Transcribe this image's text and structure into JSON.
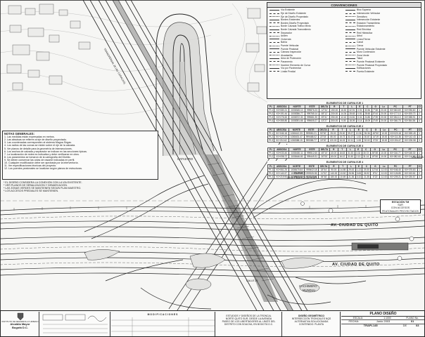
{
  "legend": {
    "title": "CONVENCIONES",
    "left_items": [
      "Vía Existente",
      "Eje de Diseño Existente",
      "Eje de Diseño Proyectado",
      "Bordes Existentes",
      "Bordes Diseño Proyectado",
      "Borde Calzada Tráfico Mixto",
      "Borde Calzada Transmilenio",
      "Separador",
      "Andén",
      "Ciclorruta",
      "Bahía",
      "Puente Vehicular",
      "Puente Peatonal",
      "Cámara Inspección",
      "Alcantarilla",
      "Área de Protección",
      "Paramento",
      "Nombre Elemento de Curva",
      "Vía por Pavimentar",
      "Límite Predial"
    ],
    "right_items": [
      "Bloc Superior",
      "Intersección Vehicular",
      "Semáforo",
      "Intersección Existente",
      "Estación Transmilenio",
      "Estacionamiento",
      "Red Eléctrica",
      "Red Hidráulica",
      "Árbol",
      "Línea Férrea",
      "Canal",
      "Cerca",
      "Puente Vehicular Existente",
      "Muro Contención",
      "Zona Verde",
      "Talud",
      "Puente Peatonal Existente",
      "Puente Peatonal Proyectado",
      "Edificaciones",
      "Puerta Existente"
    ],
    "scale_label": "ESCALA 1:1000"
  },
  "curve_tables": [
    {
      "title": "ELEMENTOS DE CURVA EJE 1",
      "headers": [
        "P.I.",
        "ABSCISA",
        "NORTE",
        "ESTE",
        "DELTA",
        "R",
        "T",
        "L",
        "E",
        "C",
        "G",
        "Lc",
        "PC",
        "PT",
        "Cl"
      ],
      "rows": [
        [
          "PI-1",
          "K0+080.21",
          "1008345.10",
          "999876.23",
          "12°34'",
          "150.00",
          "16.52",
          "32.91",
          "0.91",
          "32.84",
          "7°38'",
          "20.00",
          "K0+063.69",
          "K0+096.60",
          "1"
        ],
        [
          "PI-2",
          "K0+191.44",
          "1008356.77",
          "999765.14",
          "08°12'",
          "200.00",
          "14.34",
          "28.63",
          "0.51",
          "28.60",
          "5°44'",
          "20.00",
          "K0+177.10",
          "K0+205.73",
          "2"
        ],
        [
          "PI-3",
          "K0+276.52",
          "1008372.30",
          "999681.90",
          "05°41'",
          "250.00",
          "12.42",
          "24.81",
          "0.31",
          "24.80",
          "4°35'",
          "20.00",
          "K0+264.10",
          "K0+288.91",
          "3"
        ],
        [
          "PI-4",
          "K0+355.80",
          "1008391.66",
          "999605.27",
          "03°27'",
          "300.00",
          "9.05",
          "18.09",
          "0.14",
          "18.09",
          "3°49'",
          "20.00",
          "K0+346.75",
          "K0+364.84",
          "4"
        ]
      ]
    },
    {
      "title": "ELEMENTOS DE CURVA EJE 2",
      "headers": [
        "P.I.",
        "ABSCISA",
        "NORTE",
        "ESTE",
        "DELTA",
        "R",
        "T",
        "L",
        "E",
        "C",
        "G",
        "Lc",
        "PC",
        "PT",
        "Cl"
      ],
      "rows": [
        [
          "PI-1",
          "K0+045.18",
          "1008412.33",
          "999550.21",
          "90°00'",
          "25.00",
          "25.00",
          "39.27",
          "10.36",
          "35.36",
          "45°50'",
          "10.00",
          "K0+020.18",
          "K0+059.45",
          "1"
        ],
        [
          "PI-2",
          "K0+127.09",
          "1008401.47",
          "999468.02",
          "22°15'",
          "80.00",
          "15.73",
          "31.07",
          "1.53",
          "30.87",
          "14°19'",
          "15.00",
          "K0+111.36",
          "K0+142.43",
          "2"
        ],
        [
          "PI-3",
          "K0+210.62",
          "1008388.15",
          "999385.77",
          "15°20'",
          "120.00",
          "16.15",
          "32.11",
          "1.08",
          "32.02",
          "9°33'",
          "15.00",
          "K0+194.47",
          "K0+226.58",
          "3"
        ]
      ]
    },
    {
      "title": "ELEMENTOS DE CURVA EJE 3",
      "headers": [
        "P.I.",
        "ABSCISA",
        "NORTE",
        "ESTE",
        "DELTA",
        "R",
        "T",
        "L",
        "E",
        "C",
        "G",
        "Lc",
        "PC",
        "PT",
        "Cl"
      ],
      "rows": [
        [
          "PI-1",
          "K0+033.40",
          "1008430.11",
          "999512.60",
          "45°10'",
          "40.00",
          "16.63",
          "31.53",
          "3.32",
          "30.72",
          "28°38'",
          "10.00",
          "K0+016.77",
          "K0+048.30",
          "1"
        ],
        [
          "PI-2",
          "K0+098.72",
          "1008446.80",
          "999449.31",
          "30°05'",
          "60.00",
          "16.12",
          "31.50",
          "2.13",
          "31.14",
          "19°06'",
          "10.00",
          "K0+082.60",
          "K0+114.10",
          "2"
        ]
      ]
    },
    {
      "title": "ELEMENTOS DE CURVA EJE 4",
      "headers": [
        "P.I.",
        "ABSCISA",
        "NORTE",
        "ESTE",
        "DELTA",
        "R",
        "T",
        "L",
        "E",
        "C",
        "G",
        "Lc",
        "PC",
        "PT",
        "Cl"
      ],
      "rows": [
        [
          "PI-1",
          "K0+061.25",
          "1008470.64",
          "999402.18",
          "18°44'",
          "90.00",
          "14.85",
          "29.43",
          "1.22",
          "29.30",
          "12°44'",
          "12.00",
          "K0+046.40",
          "K0+075.83",
          "1"
        ],
        [
          "PI-2",
          "K0+140.37",
          "1008489.20",
          "999325.55",
          "11°02'",
          "140.00",
          "13.52",
          "26.96",
          "0.65",
          "26.92",
          "8°11'",
          "12.00",
          "K0+126.85",
          "K0+153.81",
          "2"
        ],
        [
          "PI-3",
          "K0+219.90",
          "1008503.72",
          "999247.04",
          "06°48'",
          "180.00",
          "10.69",
          "21.36",
          "0.32",
          "21.35",
          "6°22'",
          "12.00",
          "K0+209.21",
          "K0+230.57",
          "3"
        ]
      ]
    }
  ],
  "notes": {
    "title": "NOTAS GENERALES:",
    "lines": [
      "1. Las medidas están expresadas en metros.",
      "2. Las abscisas se refieren al eje de diseño proyectado.",
      "3. Las coordenadas corresponden al sistema Magna Sirgas.",
      "4. Los radios de las curvas se miden sobre el eje de la calzada.",
      "5. Ver planos de detalle para la geometría de intersecciones.",
      "6. Los anchos de calzada y separador se indican en las secciones típicas.",
      "7. La localización de redes es indicativa y debe verificarse en obra.",
      "8. Los paramentos se tomaron de la cartografía del Distrito.",
      "9. Se deben conservar las cotas de rasante indicadas en perfil.",
      "10. Cualquier modificación debe ser aprobada por la interventoría.",
      "11. Ver especificaciones técnicas del proyecto.",
      "12. Los puentes peatonales se localizan según planos de estructuras."
    ],
    "side_lines": [
      "* EL DISEÑO CONSIDERA LA CONEXIÓN CON LA VÍA EXISTENTE.",
      "* VER PLANOS DE SEÑALIZACIÓN Y DEMARCACIÓN.",
      "* LAS ZONAS VERDES SE MANTIENEN SEGÚN PLAN MAESTRO.",
      "* LOS ACCESOS PREDIALES SE MANTIENEN."
    ]
  },
  "place_labels": {
    "catastro": "CATASTRO",
    "clinica": "CLINICA",
    "clinica_sub": "SAN PEDRO CLAVER",
    "cachimero": "CACHIMERO",
    "cachimero_sub": "MUNDIAL",
    "av_upper": "AV. CIUDAD DE QUITO",
    "av_lower": "AV. CIUDAD DE QUITO",
    "usatama": "USATAMA",
    "transversal": "TRANSVERSAL 26 (AV. CARACAS)",
    "calle": "CALLE 26"
  },
  "callouts": {
    "estacion": [
      "ESTACIÓN TM",
      "SUR",
      "CON ACCESOS",
      "PEATONALES PROYECTADOS"
    ]
  },
  "title_block": {
    "logo_lines": [
      "INSTITUTO DE DESARROLLO URBANO",
      "Alcaldía Mayor",
      "Bogotá D.C."
    ],
    "project_text": [
      "ESTUDIOS Y DISEÑOS DE LA TRONCAL",
      "NORTE QUITO SUR, DESDE LA AVENIDA",
      "PASEO DE LOS LIBERTADORES AL LÍMITE DEL",
      "DISTRITO CON SOACHA, EN BOGOTÁ D.C."
    ],
    "drawing_text": [
      "DISEÑO GEOMÉTRICO",
      "INTERSECCIÓN TRONCALES NQS",
      "ALTERNATIVA SOLUCIONADA",
      "CONTENIDO: PLANTA"
    ],
    "plan_title": "PLANO DISEÑO",
    "escala_label": "ESCALA:",
    "escala_value": "1:1000",
    "plano_label": "PLANO No.",
    "plano_value": "01",
    "de_label": "DE",
    "de_value": "03",
    "fecha_label": "FECHA:",
    "fecha_value": "Junio 2003",
    "code": "TRAPL145",
    "mod_header": "MODIFICACIONES"
  }
}
